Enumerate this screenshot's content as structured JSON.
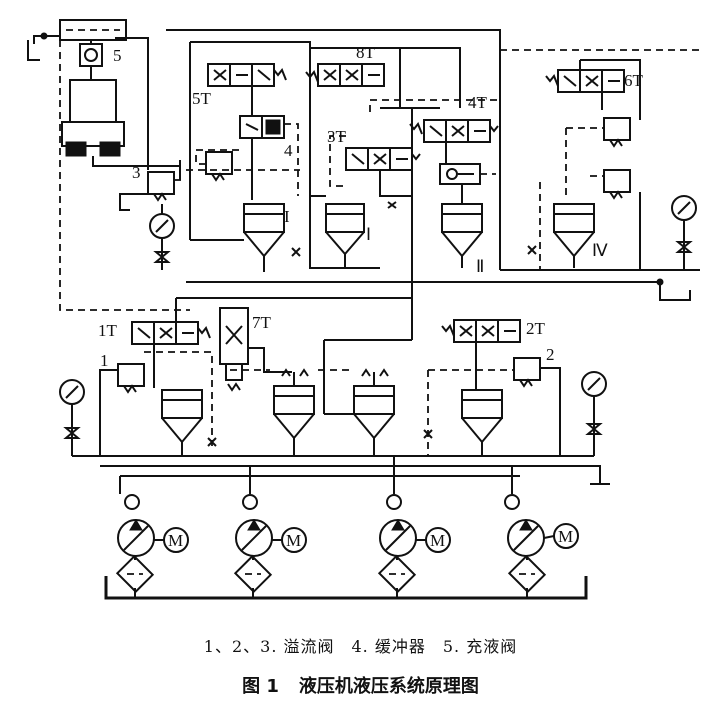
{
  "labels": {
    "v5": "5",
    "v8T": "8T",
    "v5T": "5T",
    "v4": "4",
    "v4T": "4T",
    "v3T": "3T",
    "v3": "3",
    "v6T": "6T",
    "cyl1": "I",
    "cyl2": "Ⅰ",
    "cyl3": "Ⅱ",
    "cyl4": "Ⅳ",
    "v1T": "1T",
    "v7T": "7T",
    "v2T": "2T",
    "v1": "1",
    "v2": "2",
    "motor": "M"
  },
  "caption": {
    "legend": "1、2、3. 溢流阀　4. 缓冲器　5. 充液阀",
    "figure_number": "图 1",
    "figure_title": "液压机液压系统原理图"
  }
}
